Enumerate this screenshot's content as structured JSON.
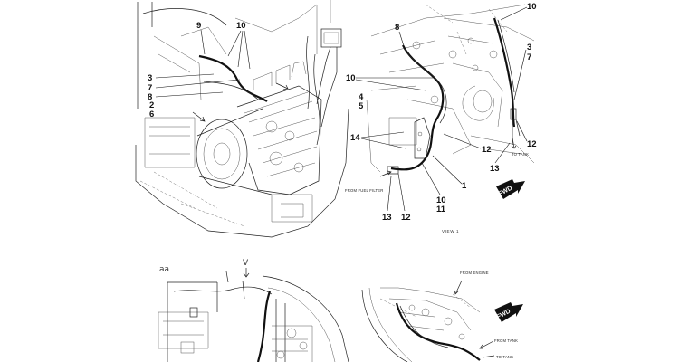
{
  "view_a": {
    "callouts": [
      "9",
      "10",
      "3",
      "7",
      "8",
      "2",
      "6"
    ]
  },
  "view_b": {
    "callouts": [
      "8",
      "10",
      "10",
      "4",
      "5",
      "14",
      "12",
      "1",
      "10",
      "11",
      "13",
      "12",
      "3",
      "7",
      "12",
      "13"
    ],
    "notes": {
      "from_fuel_filter": "FROM FUEL FILTER",
      "to_tank": "TO TANK"
    },
    "view_label": "VIEW 1",
    "fwd": "FWD"
  },
  "view_c": {
    "handwritten": "aa",
    "view_arrow": "V"
  },
  "view_d": {
    "notes": {
      "from_engine": "FROM ENGINE",
      "from_tank": "FROM TANK",
      "to_tank": "TO TANK"
    },
    "fwd": "FWD"
  },
  "colors": {
    "ink": "#111111",
    "background": "#ffffff"
  }
}
